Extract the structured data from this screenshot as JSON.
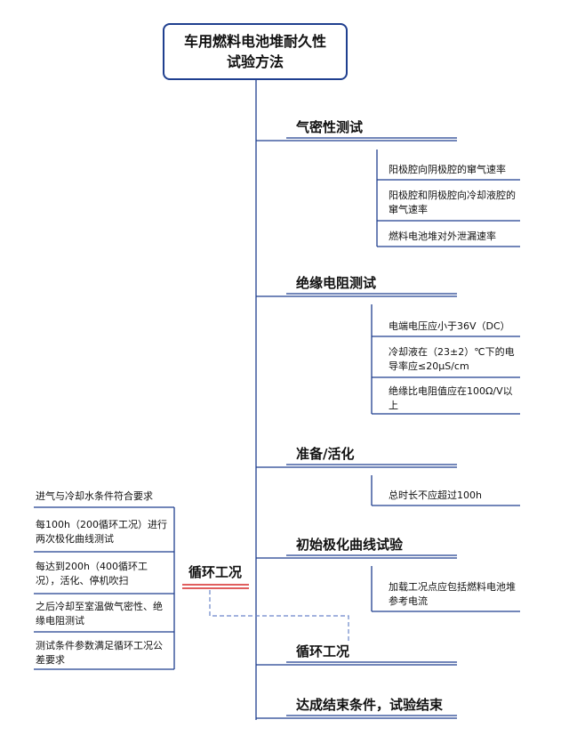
{
  "root": {
    "line1": "车用燃料电池堆耐久性",
    "line2": "试验方法"
  },
  "branches": [
    {
      "label": "气密性测试",
      "items": [
        "阳极腔向阴极腔的窜气速率",
        "阳极腔和阴极腔向冷却液腔的窜气速率",
        "燃料电池堆对外泄漏速率"
      ]
    },
    {
      "label": "绝缘电阻测试",
      "items": [
        "电端电压应小于36V（DC）",
        "冷却液在（23±2）℃下的电导率应≤20μS/cm",
        "绝缘比电阻值应在100Ω/V以上"
      ]
    },
    {
      "label": "准备/活化",
      "items": [
        "总时长不应超过100h"
      ]
    },
    {
      "label": "初始极化曲线试验",
      "items": [
        "加载工况点应包括燃料电池堆参考电流"
      ]
    },
    {
      "label": "循环工况",
      "items": []
    },
    {
      "label": "达成结束条件，试验结束",
      "items": []
    }
  ],
  "callout": {
    "label": "循环工况",
    "items": [
      "进气与冷却水条件符合要求",
      "每100h（200循环工况）进行两次极化曲线测试",
      "每达到200h（400循环工况），活化、停机吹扫",
      "之后冷却至室温做气密性、绝缘电阻测试",
      "测试条件参数满足循环工况公差要求"
    ]
  },
  "colors": {
    "line": "#1f3f8f",
    "accent": "#d62828",
    "dashed": "#6a85c9"
  }
}
